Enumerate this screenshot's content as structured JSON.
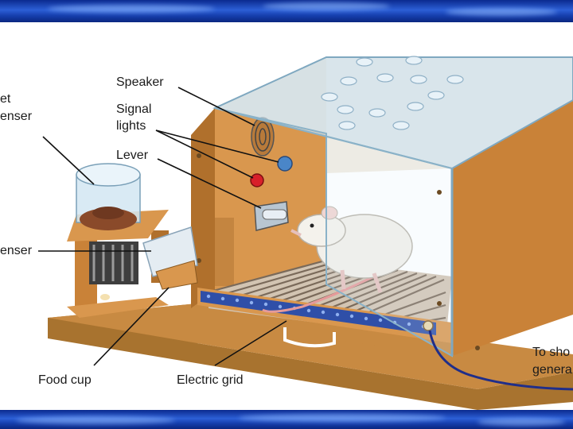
{
  "labels": {
    "pellet_top": "et",
    "pellet_bottom": "enser",
    "speaker": "Speaker",
    "signal_top": "Signal",
    "signal_bottom": "lights",
    "lever": "Lever",
    "dispenser": "enser",
    "food_cup": "Food cup",
    "electric_grid": "Electric grid",
    "shock_top": "To sho",
    "shock_bottom": "genera"
  },
  "colors": {
    "wood": "#d9974e",
    "wood_dark": "#b0702c",
    "glass": "#cfe3f0",
    "signal_blue": "#4a86c8",
    "signal_red": "#d8202a",
    "grid_strip": "#2f4fa8",
    "band": "#1f4fc8"
  }
}
